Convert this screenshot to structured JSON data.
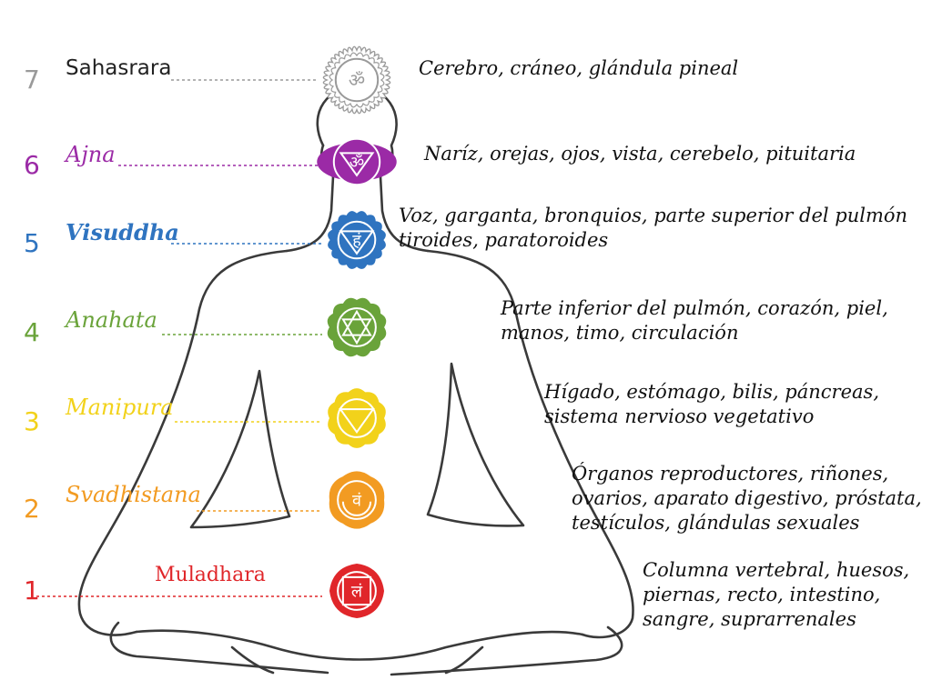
{
  "chakras": [
    {
      "number": "7",
      "name": "Sahasrara",
      "color": "#9a9a9a",
      "symbol": "ॐ",
      "description": [
        "Cerebro, cráneo, glándula pineal"
      ]
    },
    {
      "number": "6",
      "name": "Ajna",
      "color": "#9b2aa6",
      "symbol": "ॐ",
      "description": [
        "Naríz, orejas, ojos, vista, cerebelo, pituitaria"
      ]
    },
    {
      "number": "5",
      "name": "Visuddha",
      "color": "#2f74c0",
      "symbol": "हं",
      "description": [
        "Voz, garganta, bronquios, parte superior del pulmón",
        "tiroides, paratoroides"
      ]
    },
    {
      "number": "4",
      "name": "Anahata",
      "color": "#6aa33a",
      "symbol": "✡",
      "description": [
        "Parte inferior del pulmón, corazón, piel,",
        "manos, timo, circulación"
      ]
    },
    {
      "number": "3",
      "name": "Manipura",
      "color": "#f2d21b",
      "symbol": "▼",
      "description": [
        "Hígado, estómago, bilis, páncreas,",
        "sistema nervioso vegetativo"
      ]
    },
    {
      "number": "2",
      "name": "Svadhistana",
      "color": "#f29b22",
      "symbol": "वं",
      "description": [
        "Órganos reproductores, riñones,",
        "ovarios, aparato digestivo, próstata,",
        "testículos, glándulas sexuales"
      ]
    },
    {
      "number": "1",
      "name": "Muladhara",
      "color": "#e0262a",
      "symbol": "लं",
      "description": [
        "Columna vertebral, huesos,",
        "piernas, recto, intestino,",
        "sangre, suprarrenales"
      ]
    }
  ]
}
